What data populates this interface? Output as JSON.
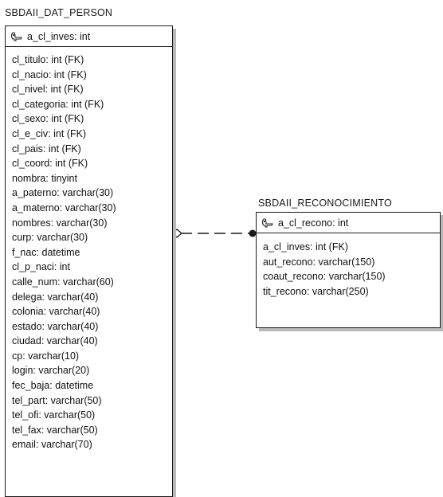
{
  "person": {
    "name": "SBDAII_DAT_PERSON",
    "pk": "a_cl_inves: int",
    "attributes": [
      "cl_titulo: int (FK)",
      "cl_nacio: int (FK)",
      "cl_nivel: int (FK)",
      "cl_categoria: int (FK)",
      "cl_sexo: int (FK)",
      "cl_e_civ: int (FK)",
      "cl_pais: int (FK)",
      "cl_coord: int (FK)",
      "nombra: tinyint",
      "a_paterno: varchar(30)",
      "a_materno: varchar(30)",
      "nombres: varchar(30)",
      "curp: varchar(30)",
      "f_nac: datetime",
      "cl_p_naci: int",
      "calle_num: varchar(60)",
      "delega: varchar(40)",
      "colonia: varchar(40)",
      "estado: varchar(40)",
      "ciudad: varchar(40)",
      "cp: varchar(10)",
      "login: varchar(20)",
      "fec_baja: datetime",
      "tel_part: varchar(50)",
      "tel_ofi: varchar(50)",
      "tel_fax: varchar(50)",
      "email: varchar(70)"
    ]
  },
  "reconocimiento": {
    "name": "SBDAII_RECONOCIMIENTO",
    "pk": "a_cl_recono: int",
    "attributes": [
      "a_cl_inves: int (FK)",
      "aut_recono: varchar(150)",
      "coaut_recono: varchar(150)",
      "tit_recono: varchar(250)"
    ]
  },
  "relationship": {
    "from": "SBDAII_DAT_PERSON",
    "to": "SBDAII_RECONOCIMIENTO",
    "line_style": "dashed",
    "from_end": "hollow-diamond",
    "to_end": "filled-dot"
  },
  "icons": {
    "primary_key": "key-icon"
  }
}
